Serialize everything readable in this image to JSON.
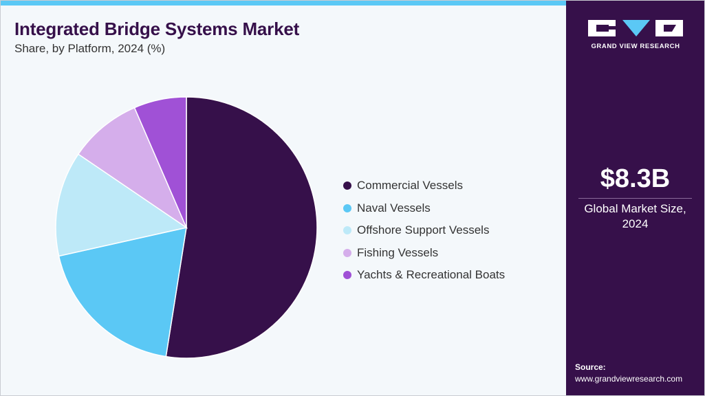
{
  "header": {
    "title": "Integrated Bridge Systems Market",
    "subtitle": "Share, by Platform, 2024 (%)"
  },
  "chart_data": {
    "type": "pie",
    "categories": [
      "Commercial Vessels",
      "Naval Vessels",
      "Offshore Support Vessels",
      "Fishing Vessels",
      "Yachts & Recreational Boats"
    ],
    "values": [
      52.5,
      19.0,
      13.0,
      9.0,
      6.5
    ],
    "colors": [
      "#36104a",
      "#5bc8f5",
      "#bde9f8",
      "#d5aeeb",
      "#a051d6"
    ],
    "legend_position": "right"
  },
  "sidebar": {
    "logo_icon": "gvr-logo-icon",
    "logo_text": "GRAND VIEW RESEARCH",
    "market_size_value": "$8.3B",
    "market_size_label_line1": "Global Market Size,",
    "market_size_label_line2": "2024",
    "source_label": "Source:",
    "source_url": "www.grandviewresearch.com"
  }
}
